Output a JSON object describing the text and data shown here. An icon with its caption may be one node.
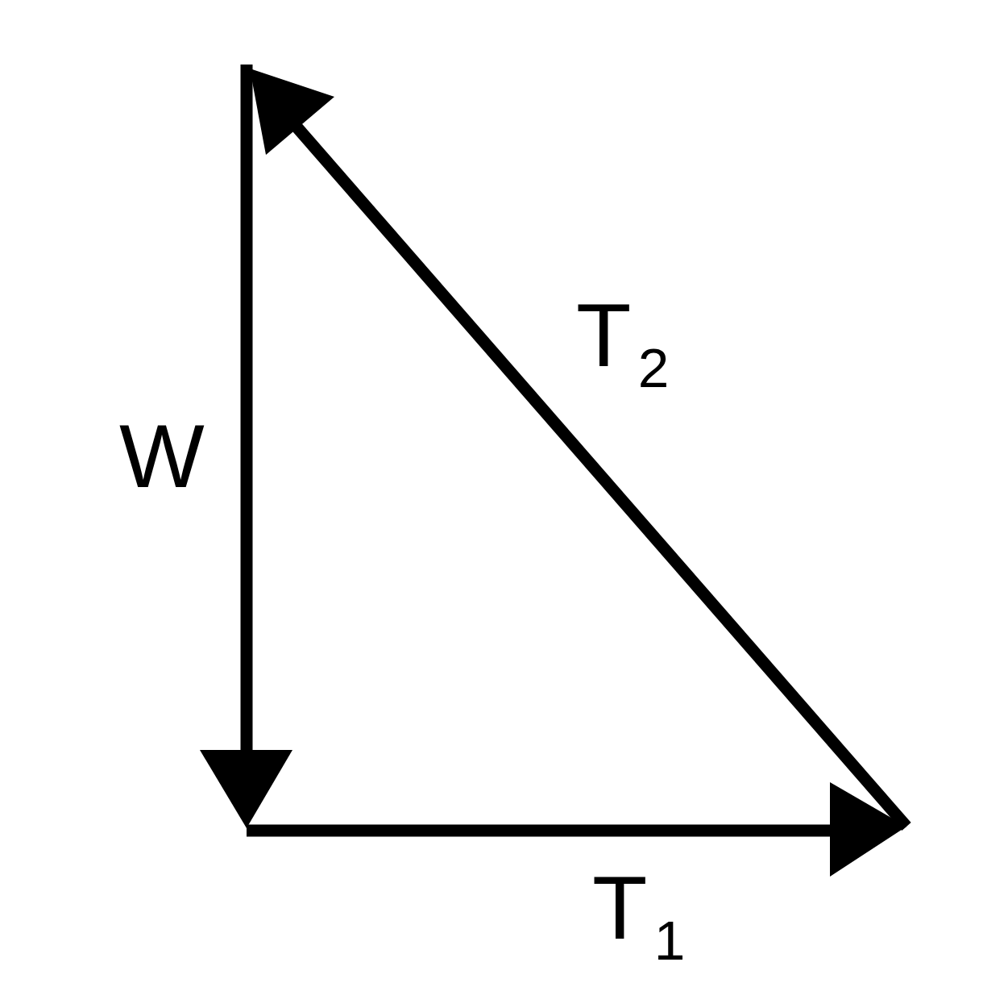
{
  "diagram": {
    "labels": [
      "T$_{2}$",
      "W",
      "T$_{1}$"
    ]
  }
}
